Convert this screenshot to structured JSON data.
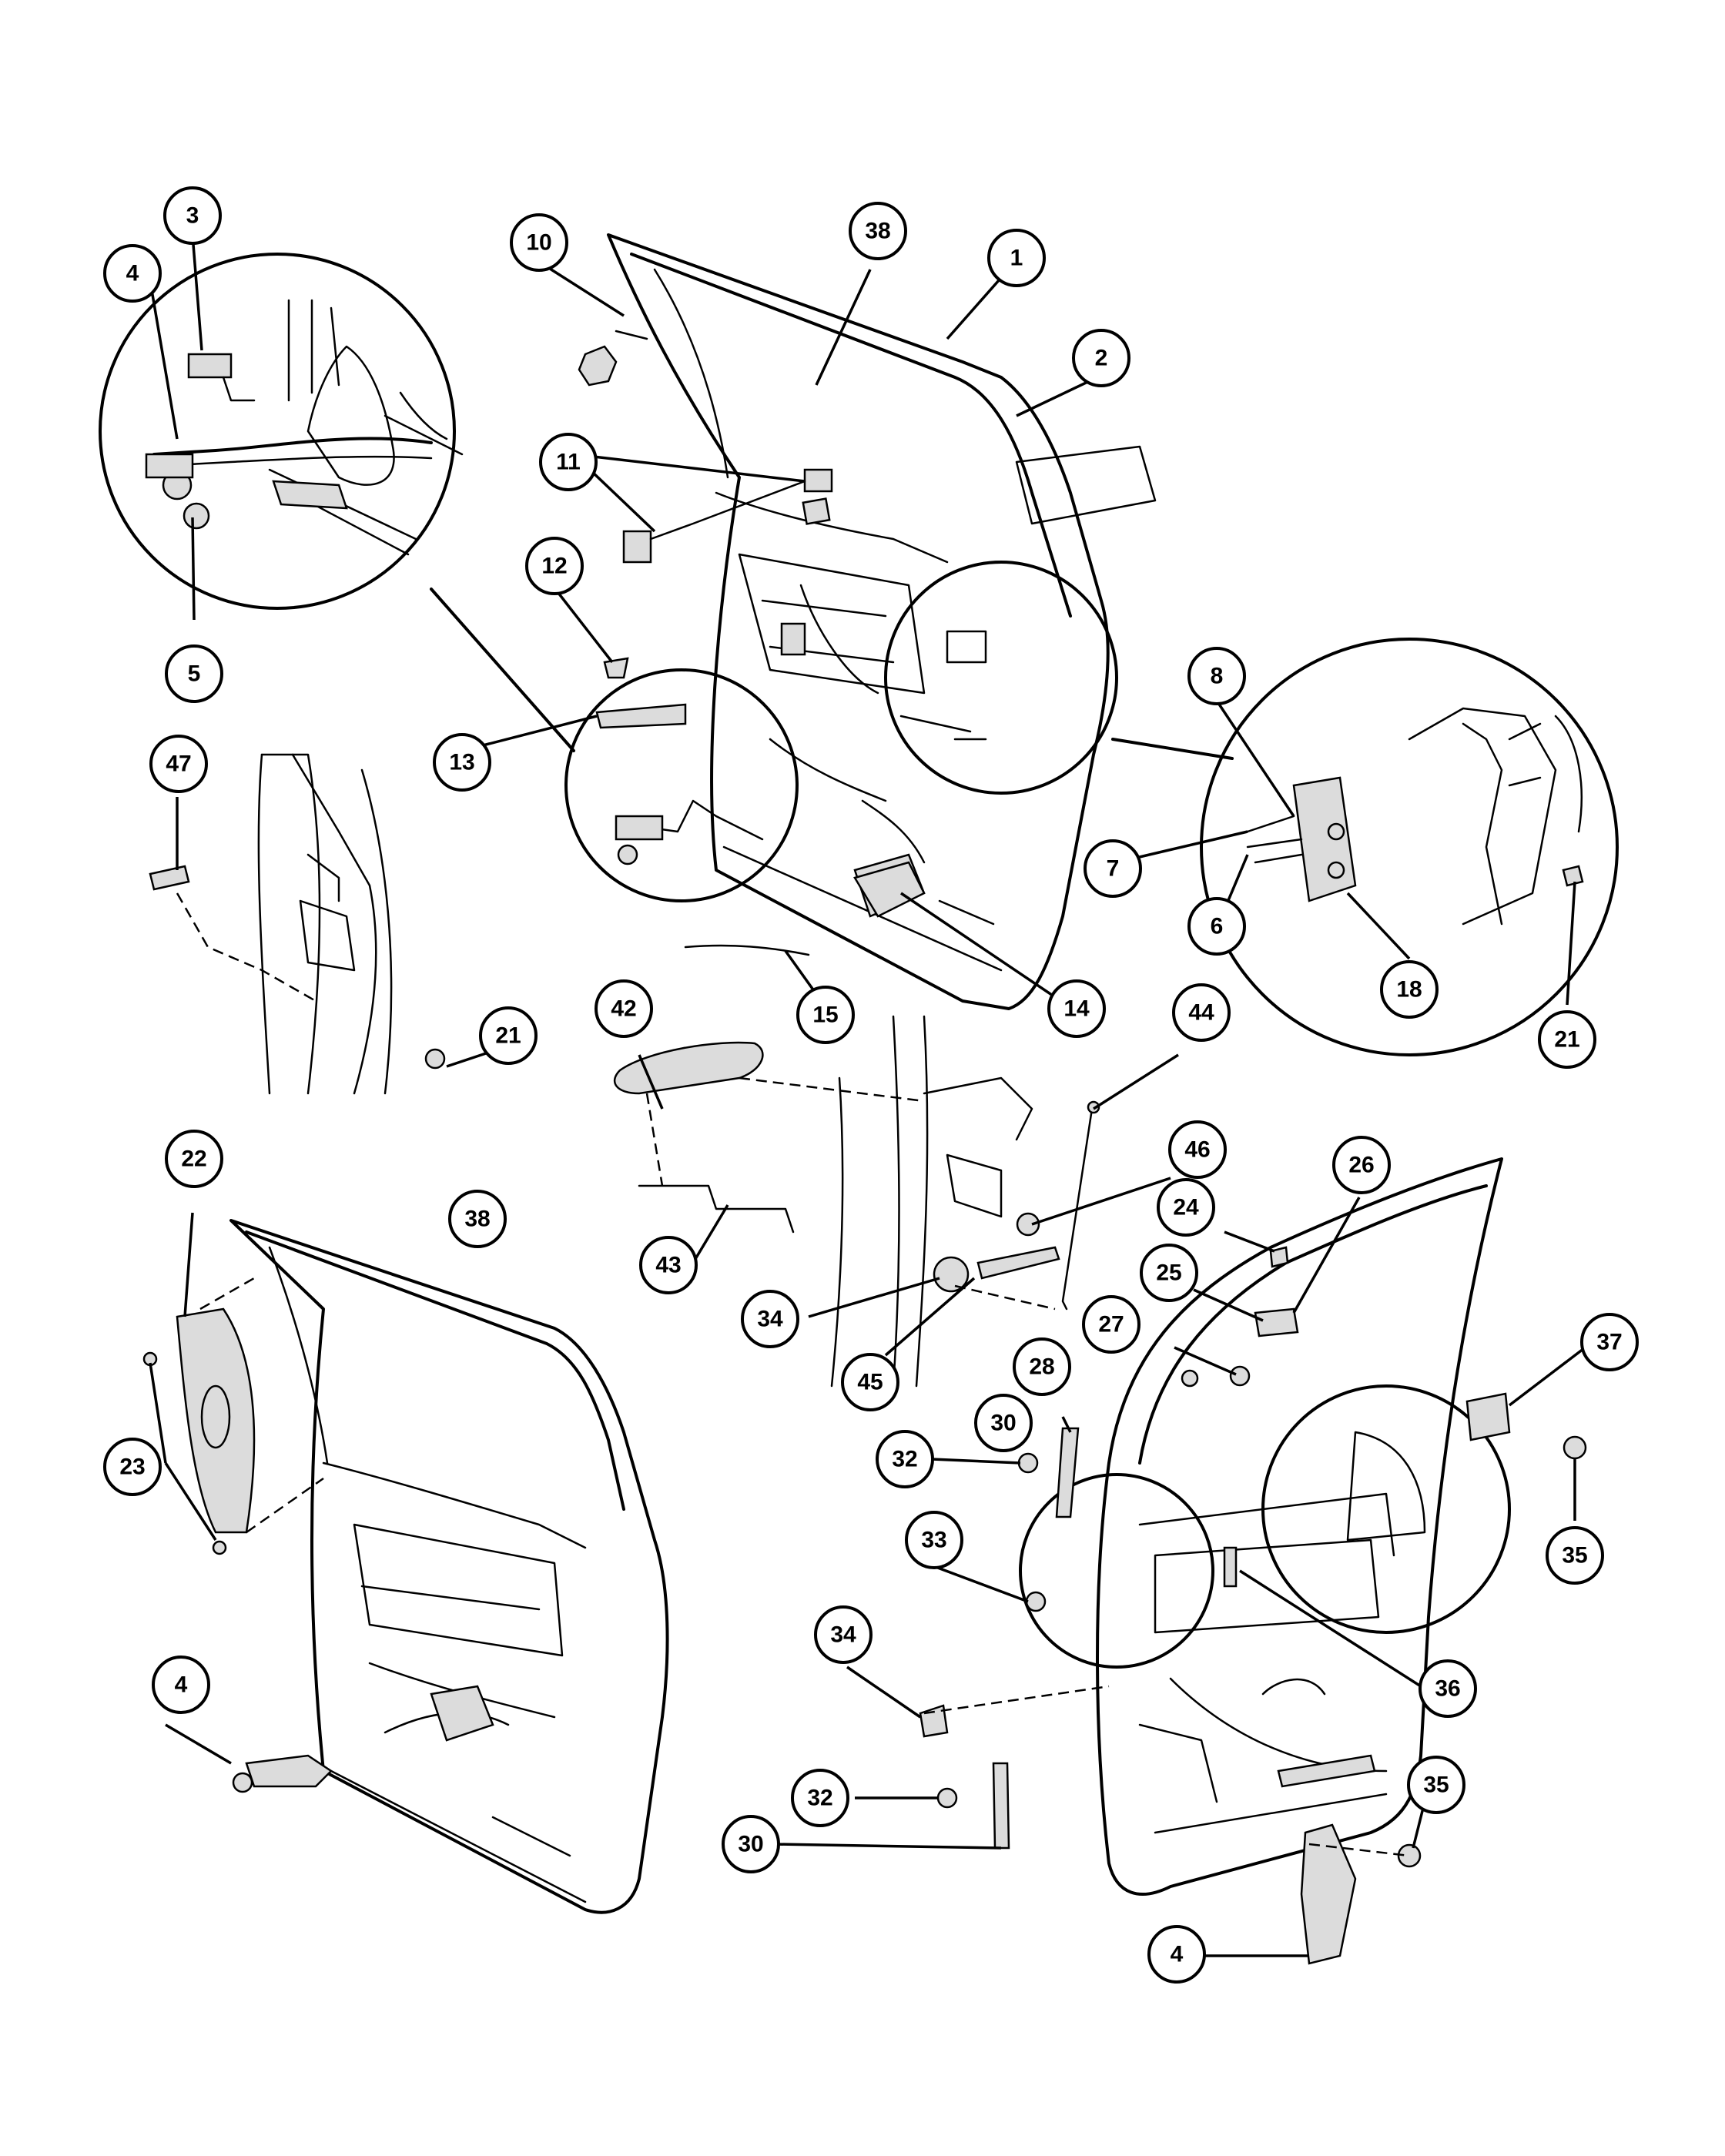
{
  "callouts": {
    "c3": "3",
    "c4a": "4",
    "c5": "5",
    "c10": "10",
    "c38a": "38",
    "c1": "1",
    "c2": "2",
    "c11": "11",
    "c12": "12",
    "c13": "13",
    "c47": "47",
    "c21a": "21",
    "c15": "15",
    "c14": "14",
    "c8": "8",
    "c7": "7",
    "c6": "6",
    "c18": "18",
    "c21b": "21",
    "c42": "42",
    "c44": "44",
    "c46": "46",
    "c43": "43",
    "c34a": "34",
    "c45": "45",
    "c22": "22",
    "c38b": "38",
    "c23": "23",
    "c4b": "4",
    "c26": "26",
    "c24": "24",
    "c25": "25",
    "c27": "27",
    "c28": "28",
    "c30a": "30",
    "c32a": "32",
    "c33": "33",
    "c37": "37",
    "c35a": "35",
    "c36": "36",
    "c34b": "34",
    "c32b": "32",
    "c30b": "30",
    "c35b": "35",
    "c4c": "4"
  }
}
